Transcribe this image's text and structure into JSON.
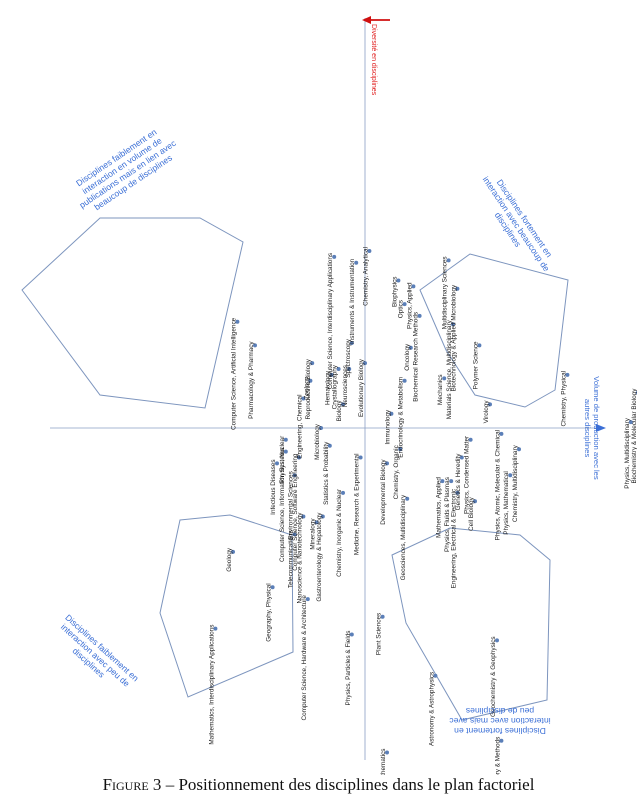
{
  "caption": {
    "figure": "Figure 3",
    "text": "– Positionnement des disciplines dans le plan factoriel"
  },
  "chart_data": {
    "type": "scatter",
    "title": "",
    "xlabel": "Volume de production avec les autres disciplines",
    "ylabel": "Diversité en disciplines",
    "colors": {
      "points": "#5b7fb8",
      "annotations": "#3b6fd6",
      "ylabel": "#e02020",
      "axis_arrow": "#d01010"
    },
    "points": [
      {
        "label": "Biochemistry & Molecular Biology",
        "x": -0.3,
        "y": 3.1
      },
      {
        "label": "Physics, Multidisciplinary",
        "x": -0.05,
        "y": 3.02
      },
      {
        "label": "Chemistry, Physical",
        "x": -0.45,
        "y": 2.3
      },
      {
        "label": "Chemistry, Multidisciplinary",
        "x": 0.18,
        "y": 1.75
      },
      {
        "label": "Physics, Atomic, Molecular & Chemical",
        "x": 0.05,
        "y": 1.55
      },
      {
        "label": "Virology",
        "x": -0.2,
        "y": 1.42
      },
      {
        "label": "Polymer Science",
        "x": -0.7,
        "y": 1.3
      },
      {
        "label": "Physics, Condensed Matter",
        "x": 0.1,
        "y": 1.2
      },
      {
        "label": "Genetics & Heredity",
        "x": 0.25,
        "y": 1.1
      },
      {
        "label": "Physics, Fluids & Plasmas",
        "x": 0.45,
        "y": 0.98
      },
      {
        "label": "Materials Science, Multidisciplinary",
        "x": -0.88,
        "y": 1.0
      },
      {
        "label": "Biotechnology & Applied Microbiology",
        "x": -1.18,
        "y": 1.05
      },
      {
        "label": "Multidisciplinary Sciences",
        "x": -1.42,
        "y": 0.95
      },
      {
        "label": "Mechanics",
        "x": -0.42,
        "y": 0.9
      },
      {
        "label": "Biochemical Research Methods",
        "x": -0.95,
        "y": 0.62
      },
      {
        "label": "Physics, Applied",
        "x": -1.2,
        "y": 0.55
      },
      {
        "label": "Optics",
        "x": -1.05,
        "y": 0.45
      },
      {
        "label": "Biophysics",
        "x": -1.25,
        "y": 0.38
      },
      {
        "label": "Oncology",
        "x": -0.68,
        "y": 0.52
      },
      {
        "label": "Chemistry, Organic",
        "x": 0.18,
        "y": 0.4
      },
      {
        "label": "Endocrinology & Metabolism",
        "x": -0.4,
        "y": 0.45
      },
      {
        "label": "Immunology",
        "x": -0.12,
        "y": 0.3
      },
      {
        "label": "Chemistry, Analytical",
        "x": -1.5,
        "y": 0.05
      },
      {
        "label": "Evolutionary Biology",
        "x": -0.55,
        "y": 0.0
      },
      {
        "label": "Spectroscopy",
        "x": -0.72,
        "y": -0.15
      },
      {
        "label": "Medicine, Research & Experimental",
        "x": 0.25,
        "y": -0.05
      },
      {
        "label": "Neurosciences",
        "x": -0.5,
        "y": -0.18
      },
      {
        "label": "Biology",
        "x": -0.2,
        "y": -0.25
      },
      {
        "label": "Crystallography",
        "x": -0.5,
        "y": -0.3
      },
      {
        "label": "Hematology",
        "x": -0.45,
        "y": -0.38
      },
      {
        "label": "Microbiology",
        "x": 0.0,
        "y": -0.5
      },
      {
        "label": "Instruments & Instrumentation",
        "x": -1.4,
        "y": -0.1
      },
      {
        "label": "Computer Science, Interdisciplinary Applications",
        "x": -1.45,
        "y": -0.35
      },
      {
        "label": "Reproductive Biology",
        "x": -0.55,
        "y": -0.6
      },
      {
        "label": "Zoology",
        "x": -0.4,
        "y": -0.62
      },
      {
        "label": "Engineering, Chemical",
        "x": -0.25,
        "y": -0.7
      },
      {
        "label": "Environmental Sciences",
        "x": 0.4,
        "y": -0.8
      },
      {
        "label": "Computer Science, Information Systems",
        "x": 0.2,
        "y": -0.9
      },
      {
        "label": "Infectious Diseases",
        "x": 0.3,
        "y": -1.0
      },
      {
        "label": "Pharmacology & Pharmacy",
        "x": -0.7,
        "y": -1.25
      },
      {
        "label": "Computer Science, Artificial Intelligence",
        "x": -0.9,
        "y": -1.45
      },
      {
        "label": "Physics, Mathematical",
        "x": 0.4,
        "y": 1.65
      },
      {
        "label": "Cell Biology",
        "x": 0.62,
        "y": 1.25
      },
      {
        "label": "Engineering, Electrical & Electronic",
        "x": 0.55,
        "y": 1.05
      },
      {
        "label": "Mathematics, Applied",
        "x": 0.45,
        "y": 0.88
      },
      {
        "label": "Geosciences, Multidisciplinary",
        "x": 0.6,
        "y": 0.48
      },
      {
        "label": "Developmental Biology",
        "x": 0.3,
        "y": 0.25
      },
      {
        "label": "Chemistry, Inorganic & Nuclear",
        "x": 0.55,
        "y": -0.25
      },
      {
        "label": "Statistics & Probability",
        "x": 0.15,
        "y": -0.4
      },
      {
        "label": "Computer Science, Software Engineering",
        "x": 0.25,
        "y": -0.75
      },
      {
        "label": "Physics, Nuclear",
        "x": 0.1,
        "y": -0.9
      },
      {
        "label": "Nanoscience & Nanotechnology",
        "x": 0.75,
        "y": -0.7
      },
      {
        "label": "Mineralogy",
        "x": 0.8,
        "y": -0.55
      },
      {
        "label": "Gastroenterology & Hepatology",
        "x": 0.75,
        "y": -0.48
      },
      {
        "label": "Telecommunications",
        "x": 0.9,
        "y": -0.8
      },
      {
        "label": "Computer Science, Theory & Methods",
        "x": 2.65,
        "y": 1.55
      },
      {
        "label": "Geochemistry & Geophysics",
        "x": 1.8,
        "y": 1.5
      },
      {
        "label": "Astronomy & Astrophysics",
        "x": 2.1,
        "y": 0.8
      },
      {
        "label": "Mathematics",
        "x": 2.75,
        "y": 0.25
      },
      {
        "label": "Plant Sciences",
        "x": 1.6,
        "y": 0.2
      },
      {
        "label": "Physics, Particles & Fields",
        "x": 1.75,
        "y": -0.15
      },
      {
        "label": "Computer Science, Hardware & Architecture",
        "x": 1.45,
        "y": -0.65
      },
      {
        "label": "Geography, Physical",
        "x": 1.35,
        "y": -1.05
      },
      {
        "label": "Geology",
        "x": 1.05,
        "y": -1.5
      },
      {
        "label": "Mathematics, Interdisciplinary Applications",
        "x": 1.7,
        "y": -1.7
      }
    ],
    "annotations": [
      "Disciplines faiblement en interaction en volume de publications mais en lien avec beaucoup de disciplines",
      "Disciplines fortement en interaction avec beaucoup de disciplines",
      "Disciplines faiblement en interaction avec peu de disciplines",
      "Disciplines fortement en interaction avec mais avec peu de disciplines"
    ]
  }
}
